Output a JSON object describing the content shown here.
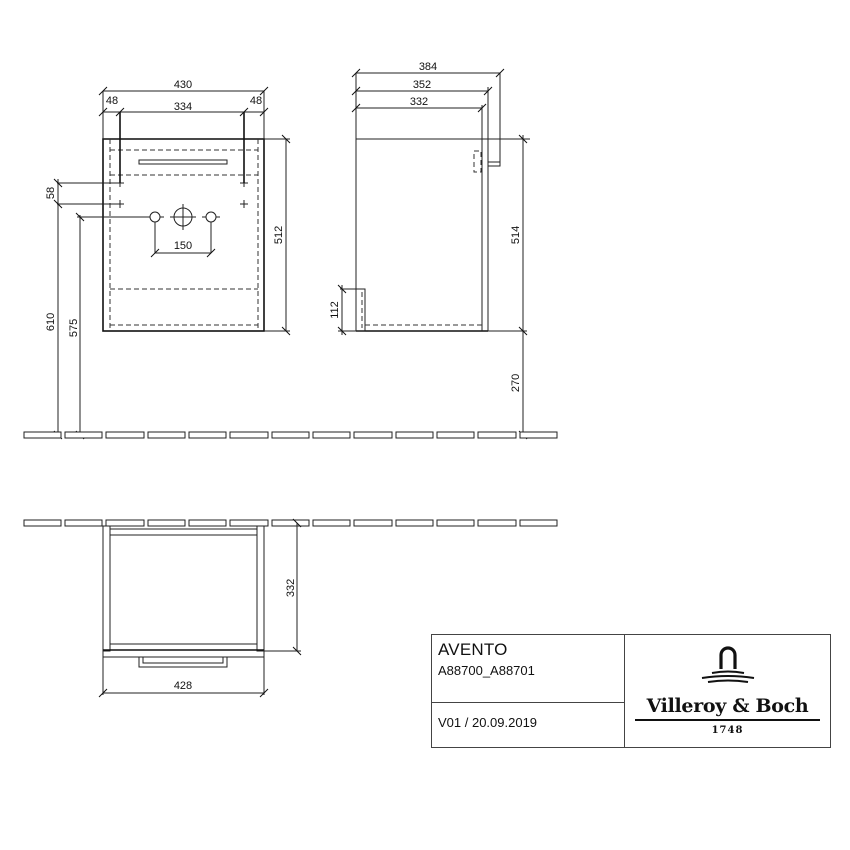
{
  "front_view": {
    "dimensions": {
      "overall_width": "430",
      "left_margin": "48",
      "inner_width": "334",
      "right_margin": "48",
      "height": "512",
      "hole_spacing": "150",
      "fixing_offset": "58",
      "fixing_height": "610",
      "tap_height": "575"
    }
  },
  "side_view": {
    "dimensions": {
      "depth_overall": "384",
      "depth_with_front": "352",
      "depth_body": "332",
      "height": "514",
      "plinth_height": "112",
      "floor_clearance": "270"
    }
  },
  "top_view": {
    "dimensions": {
      "depth": "332",
      "width": "428"
    }
  },
  "title_block": {
    "product_name": "AVENTO",
    "article_codes": "A88700_A88701",
    "version_date": "V01 / 20.09.2019",
    "brand_name": "Villeroy & Boch",
    "brand_year": "1748"
  }
}
